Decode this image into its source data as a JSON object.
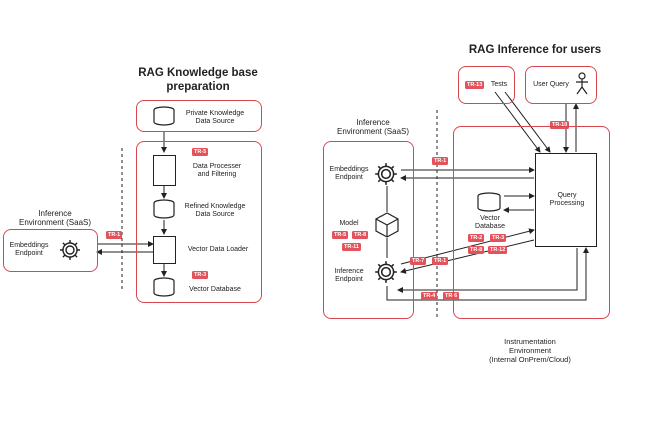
{
  "left": {
    "title": "RAG Knowledge base\npreparation",
    "inference_env_label": "Inference\nEnvironment (SaaS)",
    "embeddings_endpoint": "Embeddings\nEndpoint",
    "private_source": "Private Knowledge\nData Source",
    "data_processor": "Data Processer\nand Filtering",
    "refined_source": "Refined Knowledge\nData Source",
    "vector_loader": "Vector Data Loader",
    "vector_database": "Vector Database",
    "tags": {
      "tr_processor": "TR-5",
      "tr_embed": "TR-1",
      "tr_vectordb": "TR-3"
    }
  },
  "right": {
    "title": "RAG Inference for users",
    "tests": "Tests",
    "user_query": "User Query",
    "inference_env_label": "Inference\nEnvironment (SaaS)",
    "embeddings_endpoint": "Embeddings\nEndpoint",
    "model": "Model",
    "inference_endpoint": "Inference\nEndpoint",
    "vector_database": "Vector\nDatabase",
    "query_processing": "Query\nProcessing",
    "instrumentation": "Instrumentation\nEnvironment\n(Internal OnPrem/Cloud)",
    "tags": {
      "tests": "TR-13",
      "user_query": "TR-10",
      "embed": "TR-1",
      "model_1": "TR-5",
      "model_2": "TR-8",
      "model_3": "TR-11",
      "infer_1": "TR-7",
      "infer_2": "TR-1",
      "vdb_1": "TR-2",
      "vdb_2": "TR-3",
      "vdb_3": "TR-8",
      "vdb_4": "TR-12",
      "bottom_1": "TR-4",
      "bottom_2": "TR-6"
    }
  },
  "colors": {
    "accent": "#d9474e",
    "tag": "#e2535b",
    "line": "#222222"
  }
}
